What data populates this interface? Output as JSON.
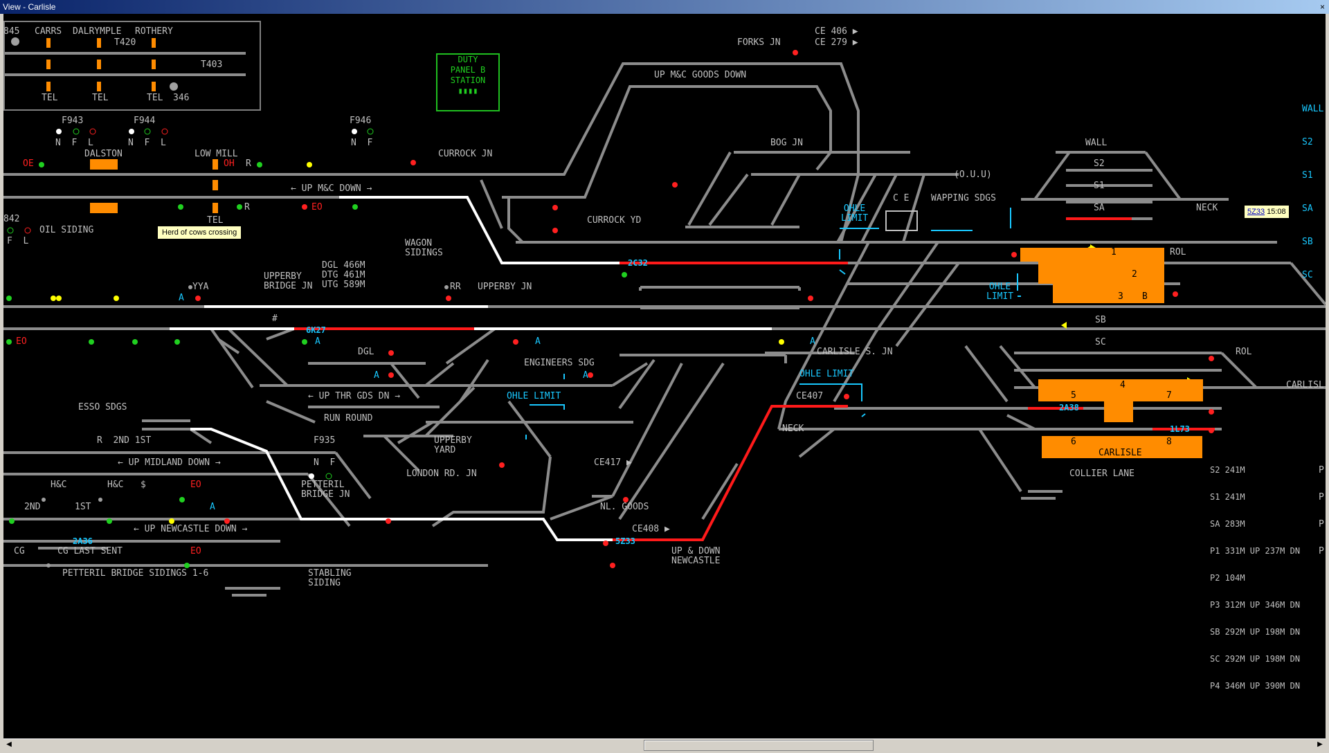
{
  "window": {
    "title": "View - Carlisle",
    "close": "×"
  },
  "tooltips": {
    "cows": "Herd of cows crossing",
    "train_link": "5Z33",
    "train_time": "15:08"
  },
  "duty_panel": {
    "line1": "DUTY",
    "line2": "PANEL B",
    "line3": "STATION",
    "bar": "▮▮▮▮"
  },
  "labels": {
    "l845": "845",
    "carrs": "CARRS",
    "dalrymple": "DALRYMPLE",
    "rothery": "ROTHERY",
    "t420": "T420",
    "t403": "T403",
    "tel1": "TEL",
    "tel2": "TEL",
    "tel3": "TEL",
    "s346": "346",
    "f943": "F943",
    "f944": "F944",
    "f946": "F946",
    "nfl1": "N  F  L",
    "nfl2": "N  F  L",
    "nf1": "N  F",
    "dalston": "DALSTON",
    "lowmill": "LOW MILL",
    "currockjn": "CURROCK JN",
    "upmcdown": "← UP M&C DOWN →",
    "s842": "842",
    "oilsiding": "OIL SIDING",
    "fl": "F  L",
    "tel4": "TEL",
    "wagon": "WAGON\nSIDINGS",
    "currockyd": "CURROCK YD",
    "forksjn": "FORKS JN",
    "ce406": "CE 406 ▶",
    "ce279": "CE 279 ▶",
    "upmcgoods": "UP M&C GOODS DOWN",
    "bogjn": "BOG JN",
    "oou": "(O.U.U)",
    "ce": "C E",
    "wapping": "WAPPING SDGS",
    "ohle1": "OHLE\nLIMIT",
    "wall": "WALL",
    "s2": "S2",
    "s1": "S1",
    "sa": "SA",
    "neck1": "NECK",
    "rol1": "ROL",
    "rol2": "ROL",
    "ohle2": "OHLE\nLIMIT",
    "upperbybridge": "UPPERBY\nBRIDGE JN",
    "dgl466": "DGL 466M\nDTG 461M\nUTG 589M",
    "yya": "YYA",
    "rr": "RR",
    "upperbyjn": "UPPERBY JN",
    "hash": "#",
    "dgl": "DGL",
    "engsdg": "ENGINEERS SDG",
    "upthrgds": "← UP THR GDS DN →",
    "ohle3": "OHLE LIMIT",
    "runround": "RUN ROUND",
    "upperbyyard": "UPPERBY\nYARD",
    "f935": "F935",
    "nf2": "N  F",
    "essosdgs": "ESSO SDGS",
    "r2nd1st": "R  2ND 1ST",
    "upmidland": "← UP MIDLAND DOWN →",
    "hc1": "H&C",
    "hc2": "H&C",
    "dollar": "$",
    "petbridge": "PETTERIL\nBRIDGE JN",
    "londonrd": "LONDON RD. JN",
    "ce417": "CE417 ▶",
    "nlgoods": "NL. GOODS",
    "s2nd": "2ND",
    "s1st": "1ST",
    "upnewcastle": "← UP NEWCASTLE DOWN →",
    "cg": "CG",
    "cglast": "CG LAST SENT",
    "petsidings": "PETTERIL BRIDGE SIDINGS 1-6",
    "stabling": "STABLING\nSIDING",
    "ce408": "CE408 ▶",
    "updown": "UP & DOWN\nNEWCASTLE",
    "carlislesjn": "CARLISLE S. JN",
    "ohle4": "OHLE LIMIT",
    "ce407": "CE407",
    "neck2": "NECK",
    "sb": "SB",
    "sc": "SC",
    "carlisle": "CARLISLE",
    "colliery": "COLLIER LANE",
    "carlisl": "CARLISL",
    "plat5": "5",
    "plat7": "7",
    "plat6": "6",
    "plat8": "8",
    "plat2": "2",
    "p1": "1",
    "p3": "3",
    "p4": "4",
    "oe1": "OE",
    "oe2": "EO",
    "oe3": "EO",
    "oe4": "EO",
    "oe5": "EO",
    "oh": "OH",
    "ao1": "A",
    "ao2": "A",
    "ao3": "A",
    "ao4": "A",
    "ao5": "A",
    "ao6": "A",
    "ao7": "A",
    "r1": "R",
    "r2": "R",
    "ba": "B"
  },
  "side_list": [
    "WALL",
    "S2",
    "S1",
    "SA",
    "SB",
    "SC"
  ],
  "platform_list": [
    "S2 241M",
    "S1 241M",
    "SA 283M",
    "P1 331M UP 237M DN",
    "P2 104M",
    "P3 312M UP 346M DN",
    "SB 292M UP 198M DN",
    "SC 292M UP 198M DN",
    "P4 346M UP 390M DN"
  ],
  "right_cut": [
    "P",
    "P",
    "P",
    "P"
  ],
  "descriptions": {
    "d2c32": "2C32",
    "d6k27": "6K27",
    "d2a38": "2A38",
    "d1l73": "1L73",
    "d5z33": "5Z33",
    "d2a36": "2A36"
  },
  "colors": {
    "track": "#8c8c8c",
    "route": "#ffffff",
    "occupied": "#ff1a1a",
    "platform": "#ff8c00",
    "cyan": "#19c8ff"
  }
}
